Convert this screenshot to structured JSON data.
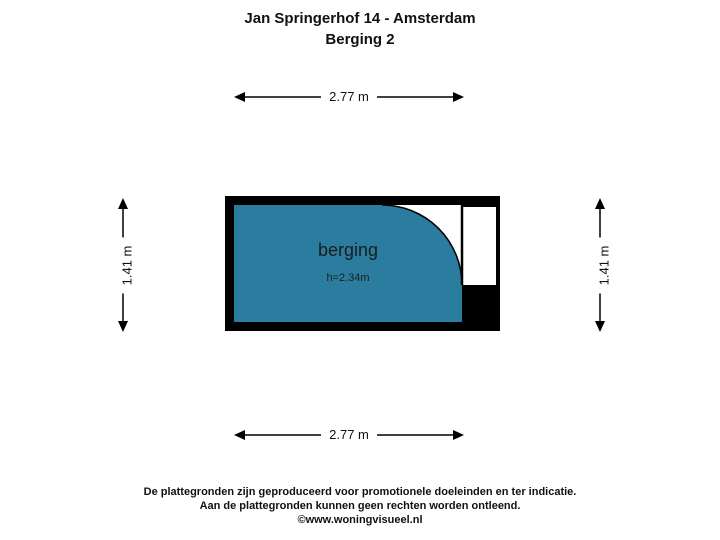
{
  "title": {
    "line1": "Jan Springerhof 14 - Amsterdam",
    "line2": "Berging 2"
  },
  "dimensions": {
    "top": "2.77 m",
    "bottom": "2.77 m",
    "left": "1.41 m",
    "right": "1.41 m"
  },
  "room": {
    "name": "berging",
    "height": "h=2.34m"
  },
  "footer": {
    "line1": "De plattegronden zijn geproduceerd voor promotionele doeleinden en ter indicatie.",
    "line2": "Aan de plattegronden kunnen geen rechten worden ontleend.",
    "line3": "©www.woningvisueel.nl"
  },
  "colors": {
    "room_fill": "#2b7da0",
    "wall": "#000000",
    "background": "#ffffff"
  }
}
